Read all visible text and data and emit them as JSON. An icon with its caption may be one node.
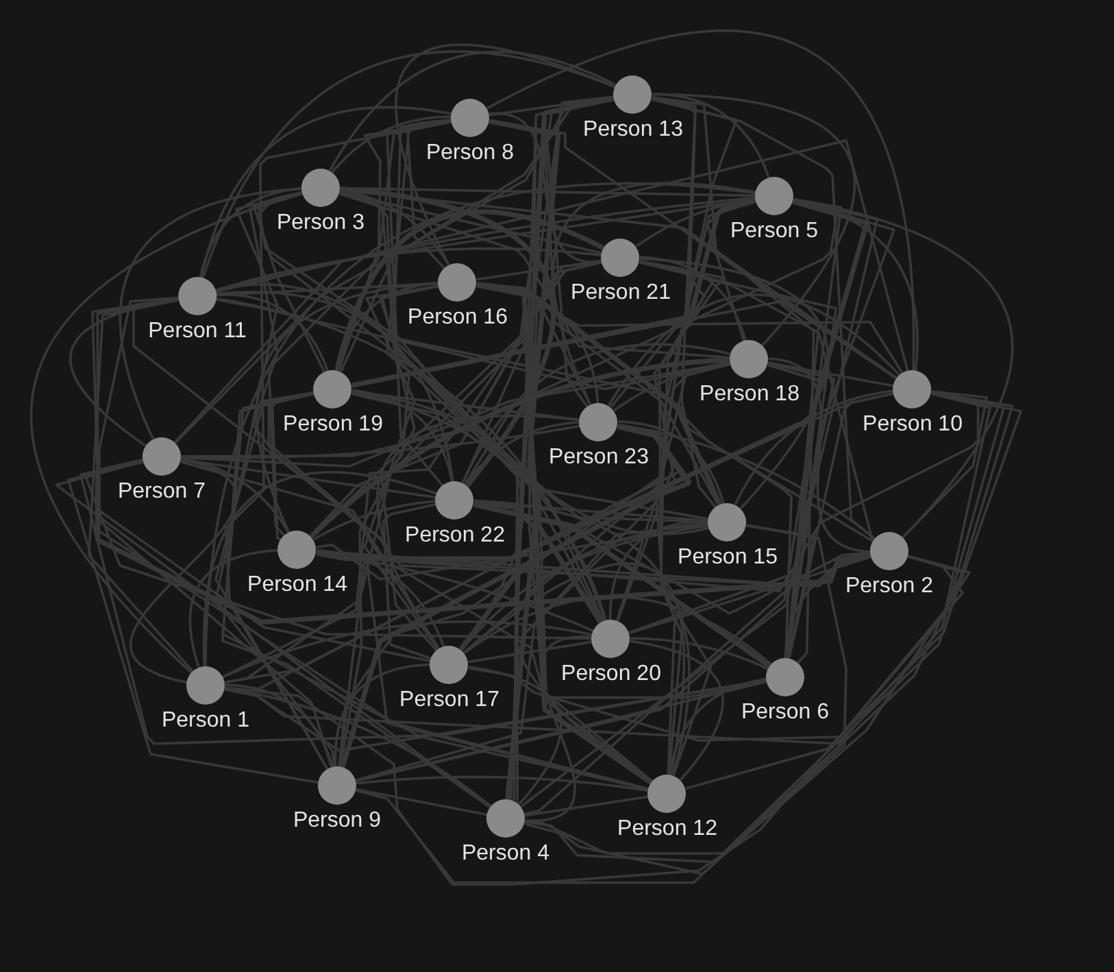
{
  "diagram": {
    "nodes": [
      {
        "text": [
          "Person 13"
        ]
      },
      {
        "text": [
          "Person 8"
        ]
      },
      {
        "text": [
          "Person 3"
        ]
      },
      {
        "text": [
          "Person 5"
        ]
      },
      {
        "text": [
          "Person 21"
        ]
      },
      {
        "text": [
          "Person 16"
        ]
      },
      {
        "text": [
          "Person 11"
        ]
      },
      {
        "text": [
          "Person 18"
        ]
      },
      {
        "text": [
          "Person 10"
        ]
      },
      {
        "text": [
          "Person 19"
        ]
      },
      {
        "text": [
          "Person 23"
        ]
      },
      {
        "text": [
          "Person 7"
        ]
      },
      {
        "text": [
          "Person 22"
        ]
      },
      {
        "text": [
          "Person 15"
        ]
      },
      {
        "text": [
          "Person 14"
        ]
      },
      {
        "text": [
          "Person 2"
        ]
      },
      {
        "text": [
          "Person 20"
        ]
      },
      {
        "text": [
          "Person 17"
        ]
      },
      {
        "text": [
          "Person 6"
        ]
      },
      {
        "text": [
          "Person 1"
        ]
      },
      {
        "text": [
          "Person 9"
        ]
      },
      {
        "text": [
          "Person 12"
        ]
      },
      {
        "text": [
          "Person 4"
        ]
      }
    ],
    "edges": [
      {
        "from": 0,
        "to": 1,
        "arrow": "none"
      },
      {
        "from": 0,
        "to": 2,
        "arrow": "none"
      },
      {
        "from": 0,
        "to": 3,
        "arrow": "none"
      },
      {
        "from": 0,
        "to": 5,
        "arrow": "none"
      },
      {
        "from": 0,
        "to": 6,
        "arrow": "none"
      },
      {
        "from": 0,
        "to": 7,
        "arrow": "none"
      },
      {
        "from": 0,
        "to": 9,
        "arrow": "none"
      },
      {
        "from": 0,
        "to": 10,
        "arrow": "none"
      },
      {
        "from": 0,
        "to": 11,
        "arrow": "none"
      },
      {
        "from": 0,
        "to": 13,
        "arrow": "none"
      },
      {
        "from": 0,
        "to": 14,
        "arrow": "none"
      },
      {
        "from": 0,
        "to": 15,
        "arrow": "none"
      },
      {
        "from": 0,
        "to": 17,
        "arrow": "none",
        "style": "thick"
      },
      {
        "from": 0,
        "to": 18,
        "arrow": "none"
      },
      {
        "from": 0,
        "to": 19,
        "arrow": "none"
      },
      {
        "from": 0,
        "to": 21,
        "arrow": "none"
      },
      {
        "from": 0,
        "to": 22,
        "arrow": "none"
      },
      {
        "from": 1,
        "to": 2,
        "arrow": "none"
      },
      {
        "from": 1,
        "to": 4,
        "arrow": "none"
      },
      {
        "from": 1,
        "to": 5,
        "arrow": "none"
      },
      {
        "from": 1,
        "to": 6,
        "arrow": "none"
      },
      {
        "from": 1,
        "to": 8,
        "arrow": "none"
      },
      {
        "from": 1,
        "to": 9,
        "arrow": "none"
      },
      {
        "from": 1,
        "to": 10,
        "arrow": "none"
      },
      {
        "from": 1,
        "to": 12,
        "arrow": "none"
      },
      {
        "from": 1,
        "to": 13,
        "arrow": "none"
      },
      {
        "from": 1,
        "to": 14,
        "arrow": "none"
      },
      {
        "from": 1,
        "to": 16,
        "arrow": "none",
        "style": "thick"
      },
      {
        "from": 1,
        "to": 17,
        "arrow": "none"
      },
      {
        "from": 1,
        "to": 18,
        "arrow": "none"
      },
      {
        "from": 1,
        "to": 20,
        "arrow": "none"
      },
      {
        "from": 1,
        "to": 21,
        "arrow": "none"
      },
      {
        "from": 1,
        "to": 22,
        "arrow": "none"
      },
      {
        "from": 2,
        "to": 3,
        "arrow": "none"
      },
      {
        "from": 2,
        "to": 4,
        "arrow": "none"
      },
      {
        "from": 2,
        "to": 5,
        "arrow": "none"
      },
      {
        "from": 2,
        "to": 6,
        "arrow": "none"
      },
      {
        "from": 2,
        "to": 7,
        "arrow": "none"
      },
      {
        "from": 2,
        "to": 8,
        "arrow": "none"
      },
      {
        "from": 2,
        "to": 9,
        "arrow": "none"
      },
      {
        "from": 2,
        "to": 11,
        "arrow": "none"
      },
      {
        "from": 2,
        "to": 12,
        "arrow": "none",
        "style": "thick"
      },
      {
        "from": 2,
        "to": 13,
        "arrow": "none"
      },
      {
        "from": 2,
        "to": 15,
        "arrow": "none"
      },
      {
        "from": 2,
        "to": 16,
        "arrow": "none"
      },
      {
        "from": 2,
        "to": 17,
        "arrow": "none"
      },
      {
        "from": 2,
        "to": 19,
        "arrow": "none"
      },
      {
        "from": 2,
        "to": 20,
        "arrow": "none"
      },
      {
        "from": 2,
        "to": 21,
        "arrow": "none"
      },
      {
        "from": 3,
        "to": 4,
        "arrow": "none"
      },
      {
        "from": 3,
        "to": 6,
        "arrow": "none"
      },
      {
        "from": 3,
        "to": 7,
        "arrow": "none"
      },
      {
        "from": 3,
        "to": 8,
        "arrow": "none"
      },
      {
        "from": 3,
        "to": 9,
        "arrow": "none",
        "style": "thick"
      },
      {
        "from": 3,
        "to": 10,
        "arrow": "none"
      },
      {
        "from": 3,
        "to": 11,
        "arrow": "none"
      },
      {
        "from": 3,
        "to": 12,
        "arrow": "none"
      },
      {
        "from": 3,
        "to": 14,
        "arrow": "none",
        "style": "thick"
      },
      {
        "from": 3,
        "to": 15,
        "arrow": "none"
      },
      {
        "from": 3,
        "to": 16,
        "arrow": "none"
      },
      {
        "from": 3,
        "to": 18,
        "arrow": "none"
      },
      {
        "from": 3,
        "to": 19,
        "arrow": "none"
      },
      {
        "from": 3,
        "to": 20,
        "arrow": "none"
      },
      {
        "from": 3,
        "to": 22,
        "arrow": "none"
      },
      {
        "from": 4,
        "to": 5,
        "arrow": "none"
      },
      {
        "from": 4,
        "to": 6,
        "arrow": "none"
      },
      {
        "from": 4,
        "to": 7,
        "arrow": "none"
      },
      {
        "from": 4,
        "to": 9,
        "arrow": "none",
        "style": "thick"
      },
      {
        "from": 4,
        "to": 10,
        "arrow": "none"
      },
      {
        "from": 4,
        "to": 11,
        "arrow": "none"
      },
      {
        "from": 4,
        "to": 13,
        "arrow": "none"
      },
      {
        "from": 4,
        "to": 14,
        "arrow": "none"
      },
      {
        "from": 4,
        "to": 15,
        "arrow": "none"
      },
      {
        "from": 4,
        "to": 17,
        "arrow": "none"
      },
      {
        "from": 4,
        "to": 18,
        "arrow": "none"
      },
      {
        "from": 4,
        "to": 19,
        "arrow": "none"
      },
      {
        "from": 4,
        "to": 21,
        "arrow": "none"
      },
      {
        "from": 4,
        "to": 22,
        "arrow": "none"
      },
      {
        "from": 5,
        "to": 6,
        "arrow": "none"
      },
      {
        "from": 5,
        "to": 8,
        "arrow": "none"
      },
      {
        "from": 5,
        "to": 9,
        "arrow": "none"
      },
      {
        "from": 5,
        "to": 10,
        "arrow": "none"
      },
      {
        "from": 5,
        "to": 12,
        "arrow": "none"
      },
      {
        "from": 5,
        "to": 13,
        "arrow": "none",
        "style": "thick"
      },
      {
        "from": 5,
        "to": 14,
        "arrow": "none"
      },
      {
        "from": 5,
        "to": 16,
        "arrow": "none"
      },
      {
        "from": 5,
        "to": 17,
        "arrow": "none"
      },
      {
        "from": 5,
        "to": 18,
        "arrow": "none"
      },
      {
        "from": 5,
        "to": 20,
        "arrow": "none"
      },
      {
        "from": 5,
        "to": 21,
        "arrow": "none",
        "style": "thick"
      },
      {
        "from": 5,
        "to": 22,
        "arrow": "none"
      },
      {
        "from": 6,
        "to": 7,
        "arrow": "none"
      },
      {
        "from": 6,
        "to": 8,
        "arrow": "none"
      },
      {
        "from": 6,
        "to": 9,
        "arrow": "none"
      },
      {
        "from": 6,
        "to": 11,
        "arrow": "none"
      },
      {
        "from": 6,
        "to": 12,
        "arrow": "none"
      },
      {
        "from": 6,
        "to": 13,
        "arrow": "none"
      },
      {
        "from": 6,
        "to": 15,
        "arrow": "none"
      },
      {
        "from": 6,
        "to": 16,
        "arrow": "none"
      },
      {
        "from": 6,
        "to": 17,
        "arrow": "none"
      },
      {
        "from": 6,
        "to": 19,
        "arrow": "none"
      },
      {
        "from": 6,
        "to": 20,
        "arrow": "none"
      },
      {
        "from": 6,
        "to": 21,
        "arrow": "none"
      },
      {
        "from": 7,
        "to": 8,
        "arrow": "none"
      },
      {
        "from": 7,
        "to": 10,
        "arrow": "none"
      },
      {
        "from": 7,
        "to": 11,
        "arrow": "none"
      },
      {
        "from": 7,
        "to": 12,
        "arrow": "none"
      },
      {
        "from": 7,
        "to": 14,
        "arrow": "none",
        "style": "thick"
      },
      {
        "from": 7,
        "to": 15,
        "arrow": "none"
      },
      {
        "from": 7,
        "to": 16,
        "arrow": "none"
      },
      {
        "from": 7,
        "to": 18,
        "arrow": "none"
      },
      {
        "from": 7,
        "to": 19,
        "arrow": "none"
      },
      {
        "from": 7,
        "to": 20,
        "arrow": "none"
      },
      {
        "from": 7,
        "to": 22,
        "arrow": "none"
      },
      {
        "from": 8,
        "to": 9,
        "arrow": "none"
      },
      {
        "from": 8,
        "to": 10,
        "arrow": "none"
      },
      {
        "from": 8,
        "to": 11,
        "arrow": "none"
      },
      {
        "from": 8,
        "to": 13,
        "arrow": "none"
      },
      {
        "from": 8,
        "to": 14,
        "arrow": "none"
      },
      {
        "from": 8,
        "to": 15,
        "arrow": "none"
      },
      {
        "from": 8,
        "to": 17,
        "arrow": "none"
      },
      {
        "from": 8,
        "to": 18,
        "arrow": "none"
      },
      {
        "from": 8,
        "to": 19,
        "arrow": "none"
      },
      {
        "from": 8,
        "to": 21,
        "arrow": "none"
      },
      {
        "from": 8,
        "to": 22,
        "arrow": "none"
      },
      {
        "from": 9,
        "to": 10,
        "arrow": "none"
      },
      {
        "from": 9,
        "to": 12,
        "arrow": "none"
      },
      {
        "from": 9,
        "to": 13,
        "arrow": "none"
      },
      {
        "from": 9,
        "to": 14,
        "arrow": "none"
      },
      {
        "from": 9,
        "to": 16,
        "arrow": "none"
      },
      {
        "from": 9,
        "to": 17,
        "arrow": "none"
      },
      {
        "from": 9,
        "to": 18,
        "arrow": "none"
      },
      {
        "from": 9,
        "to": 20,
        "arrow": "none"
      },
      {
        "from": 9,
        "to": 21,
        "arrow": "none"
      },
      {
        "from": 9,
        "to": 22,
        "arrow": "none"
      },
      {
        "from": 10,
        "to": 11,
        "arrow": "none"
      },
      {
        "from": 10,
        "to": 12,
        "arrow": "none"
      },
      {
        "from": 10,
        "to": 13,
        "arrow": "none"
      },
      {
        "from": 10,
        "to": 15,
        "arrow": "none"
      },
      {
        "from": 10,
        "to": 16,
        "arrow": "none"
      },
      {
        "from": 10,
        "to": 17,
        "arrow": "none"
      },
      {
        "from": 10,
        "to": 19,
        "arrow": "none"
      },
      {
        "from": 10,
        "to": 20,
        "arrow": "none",
        "style": "thick"
      },
      {
        "from": 10,
        "to": 21,
        "arrow": "none"
      },
      {
        "from": 11,
        "to": 12,
        "arrow": "none"
      },
      {
        "from": 11,
        "to": 14,
        "arrow": "none"
      },
      {
        "from": 11,
        "to": 15,
        "arrow": "none",
        "style": "thick"
      },
      {
        "from": 11,
        "to": 16,
        "arrow": "none"
      },
      {
        "from": 11,
        "to": 18,
        "arrow": "none"
      },
      {
        "from": 11,
        "to": 19,
        "arrow": "none"
      },
      {
        "from": 11,
        "to": 20,
        "arrow": "none"
      },
      {
        "from": 11,
        "to": 22,
        "arrow": "none"
      },
      {
        "from": 12,
        "to": 13,
        "arrow": "none"
      },
      {
        "from": 12,
        "to": 14,
        "arrow": "none"
      },
      {
        "from": 12,
        "to": 15,
        "arrow": "none"
      },
      {
        "from": 12,
        "to": 17,
        "arrow": "none"
      },
      {
        "from": 12,
        "to": 18,
        "arrow": "none",
        "style": "thick"
      },
      {
        "from": 12,
        "to": 19,
        "arrow": "none"
      },
      {
        "from": 12,
        "to": 21,
        "arrow": "none"
      },
      {
        "from": 12,
        "to": 22,
        "arrow": "none",
        "style": "thick"
      },
      {
        "from": 13,
        "to": 14,
        "arrow": "none"
      },
      {
        "from": 13,
        "to": 16,
        "arrow": "none"
      },
      {
        "from": 13,
        "to": 17,
        "arrow": "none"
      },
      {
        "from": 13,
        "to": 18,
        "arrow": "none"
      },
      {
        "from": 13,
        "to": 20,
        "arrow": "none"
      },
      {
        "from": 13,
        "to": 21,
        "arrow": "none"
      },
      {
        "from": 13,
        "to": 22,
        "arrow": "none"
      },
      {
        "from": 14,
        "to": 15,
        "arrow": "none"
      },
      {
        "from": 14,
        "to": 16,
        "arrow": "none"
      },
      {
        "from": 14,
        "to": 17,
        "arrow": "none"
      },
      {
        "from": 14,
        "to": 19,
        "arrow": "none"
      },
      {
        "from": 14,
        "to": 20,
        "arrow": "none"
      },
      {
        "from": 14,
        "to": 21,
        "arrow": "none"
      },
      {
        "from": 15,
        "to": 16,
        "arrow": "none"
      },
      {
        "from": 15,
        "to": 18,
        "arrow": "none"
      },
      {
        "from": 15,
        "to": 19,
        "arrow": "none"
      },
      {
        "from": 15,
        "to": 20,
        "arrow": "none"
      },
      {
        "from": 15,
        "to": 22,
        "arrow": "none"
      },
      {
        "from": 16,
        "to": 17,
        "arrow": "none"
      },
      {
        "from": 16,
        "to": 18,
        "arrow": "none"
      },
      {
        "from": 16,
        "to": 19,
        "arrow": "none"
      },
      {
        "from": 16,
        "to": 21,
        "arrow": "none"
      },
      {
        "from": 16,
        "to": 22,
        "arrow": "none"
      },
      {
        "from": 17,
        "to": 18,
        "arrow": "none"
      },
      {
        "from": 17,
        "to": 20,
        "arrow": "none"
      },
      {
        "from": 17,
        "to": 21,
        "arrow": "none"
      },
      {
        "from": 17,
        "to": 22,
        "arrow": "none"
      },
      {
        "from": 18,
        "to": 19,
        "arrow": "none"
      },
      {
        "from": 18,
        "to": 20,
        "arrow": "none"
      },
      {
        "from": 18,
        "to": 21,
        "arrow": "none"
      },
      {
        "from": 19,
        "to": 20,
        "arrow": "none"
      },
      {
        "from": 19,
        "to": 22,
        "arrow": "none"
      },
      {
        "from": 20,
        "to": 21,
        "arrow": "none"
      },
      {
        "from": 20,
        "to": 22,
        "arrow": "none"
      },
      {
        "from": 21,
        "to": 22,
        "arrow": "none"
      }
    ]
  }
}
